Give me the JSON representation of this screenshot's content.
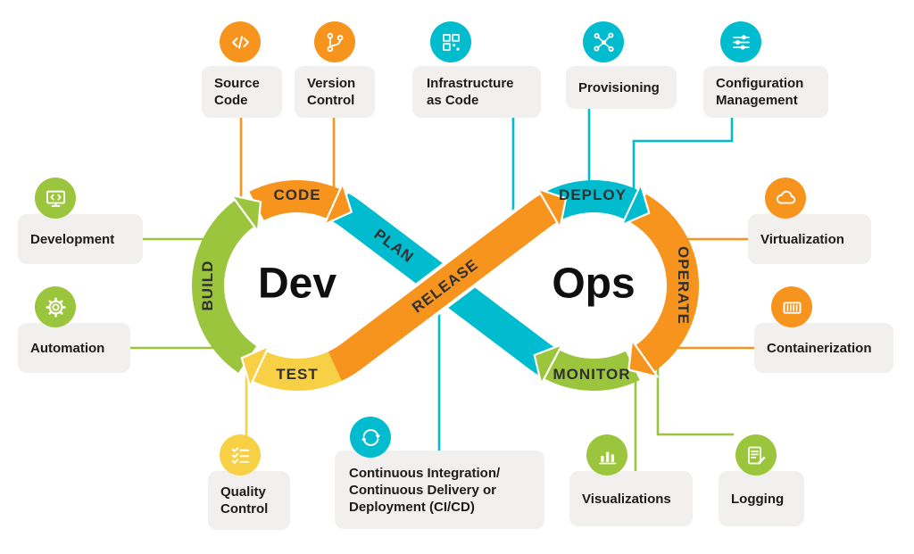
{
  "colors": {
    "orange": "#F7941E",
    "cyan": "#00BCCE",
    "green": "#9BC53D",
    "yellow": "#F7D046",
    "card_bg": "#F1F0EE",
    "ink": "#1C1C1C",
    "band_ink": "#303030",
    "devops_ink": "#0F0F0F"
  },
  "loop": {
    "dev": "Dev",
    "ops": "Ops",
    "segments": {
      "code": "CODE",
      "plan": "PLAN",
      "build": "BUILD",
      "test": "TEST",
      "release": "RELEASE",
      "deploy": "DEPLOY",
      "operate": "OPERATE",
      "monitor": "MONITOR"
    }
  },
  "cards": {
    "source_code": {
      "label": "Source Code",
      "icon": "code-brackets-icon"
    },
    "version_control": {
      "label": "Version Control",
      "icon": "git-branch-icon"
    },
    "infrastructure_as_code": {
      "label": "Infrastructure as Code",
      "icon": "modules-icon"
    },
    "provisioning": {
      "label": "Provisioning",
      "icon": "network-nodes-icon"
    },
    "configuration_management": {
      "label": "Configuration Management",
      "icon": "sliders-icon"
    },
    "development": {
      "label": "Development",
      "icon": "monitor-code-icon"
    },
    "automation": {
      "label": "Automation",
      "icon": "gear-icon"
    },
    "virtualization": {
      "label": "Virtualization",
      "icon": "cloud-icon"
    },
    "containerization": {
      "label": "Containerization",
      "icon": "container-icon"
    },
    "quality_control": {
      "label": "Quality Control",
      "icon": "checklist-icon"
    },
    "ci_cd": {
      "label": "Continuous Integration/ Continuous Delivery or Deployment (CI/CD)",
      "icon": "sync-arrows-icon"
    },
    "visualizations": {
      "label": "Visualizations",
      "icon": "bar-chart-icon"
    },
    "logging": {
      "label": "Logging",
      "icon": "note-pencil-icon"
    }
  }
}
